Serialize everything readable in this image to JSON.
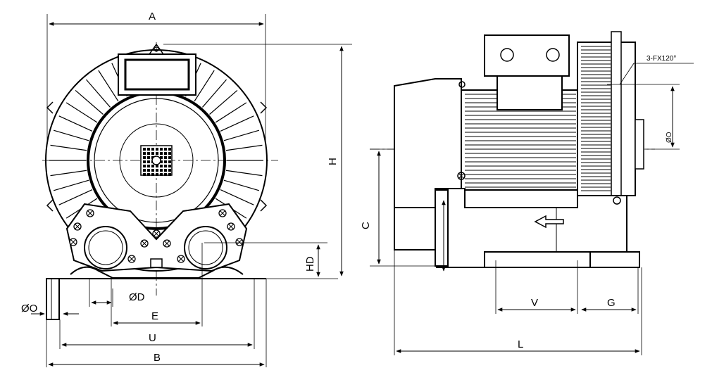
{
  "labels": {
    "A": "A",
    "H": "H",
    "HD": "HD",
    "D": "ØD",
    "O": "ØO",
    "E": "E",
    "U": "U",
    "B": "B",
    "C": "C",
    "V": "V",
    "G": "G",
    "L": "L",
    "note": "3-FX120°",
    "side_oo": "ØO"
  }
}
